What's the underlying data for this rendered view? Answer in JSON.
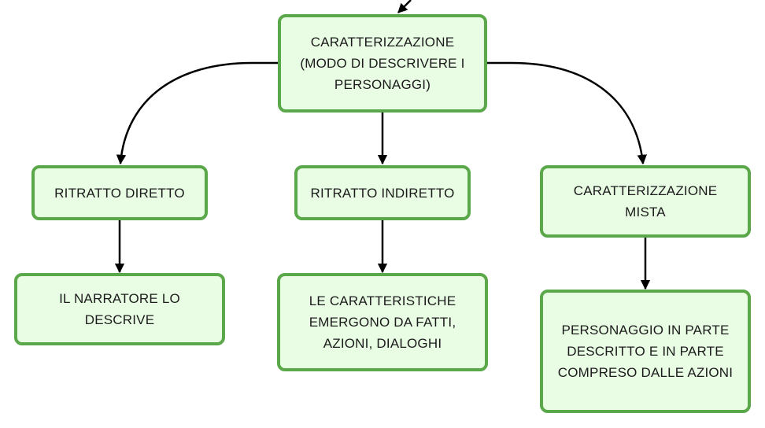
{
  "colors": {
    "node_fill": "#e9fce4",
    "node_border": "#5aa84a",
    "line": "#000000",
    "text": "#1b1b1b"
  },
  "nodes": {
    "root": {
      "lines": [
        "CARATTERIZZAZIONE",
        "(MODO DI DESCRIVERE I",
        "PERSONAGGI)"
      ]
    },
    "direct": {
      "lines": [
        "RITRATTO DIRETTO"
      ]
    },
    "indirect": {
      "lines": [
        "RITRATTO INDIRETTO"
      ]
    },
    "mixed": {
      "lines": [
        "CARATTERIZZAZIONE",
        "MISTA"
      ]
    },
    "direct_desc": {
      "lines": [
        "IL NARRATORE LO",
        "DESCRIVE"
      ]
    },
    "indirect_desc": {
      "lines": [
        "LE CARATTERISTICHE",
        "EMERGONO DA FATTI,",
        "AZIONI, DIALOGHI"
      ]
    },
    "mixed_desc": {
      "lines": [
        "PERSONAGGIO IN PARTE",
        "DESCRITTO E IN PARTE",
        "COMPRESO DALLE AZIONI"
      ]
    }
  }
}
